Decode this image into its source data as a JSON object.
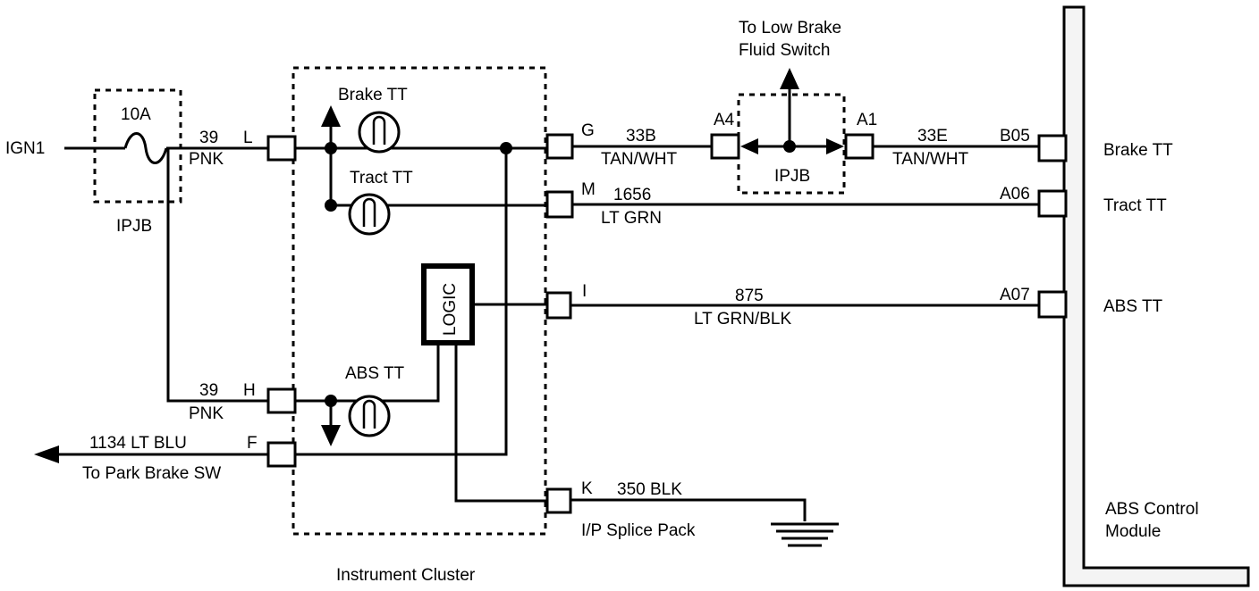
{
  "power": {
    "ign": "IGN1",
    "fuse": "10A",
    "fuse_block": "IPJB"
  },
  "wires": {
    "pnk_top": {
      "num": "39",
      "color": "PNK"
    },
    "pnk_bottom": {
      "num": "39",
      "color": "PNK"
    },
    "park_brake": {
      "label": "1134 LT BLU",
      "dest": "To Park Brake SW"
    },
    "brake_33b": {
      "num": "33B",
      "color": "TAN/WHT"
    },
    "brake_33e": {
      "num": "33E",
      "color": "TAN/WHT"
    },
    "tract": {
      "num": "1656",
      "color": "LT GRN"
    },
    "abs": {
      "num": "875",
      "color": "LT GRN/BLK"
    },
    "ground": {
      "label": "350 BLK",
      "splice": "I/P Splice Pack"
    }
  },
  "pins": {
    "L": "L",
    "H": "H",
    "F": "F",
    "G": "G",
    "M": "M",
    "I": "I",
    "K": "K",
    "A4": "A4",
    "A1": "A1",
    "B05": "B05",
    "A06": "A06",
    "A07": "A07"
  },
  "cluster": {
    "title": "Instrument Cluster",
    "lamps": {
      "brake": "Brake TT",
      "tract": "Tract TT",
      "abs": "ABS TT"
    },
    "logic": "LOGIC"
  },
  "ipjb_junction": {
    "label": "IPJB",
    "to_low_brake": [
      "To Low Brake",
      "Fluid Switch"
    ]
  },
  "module": {
    "title": [
      "ABS Control",
      "Module"
    ],
    "inputs": {
      "brake": "Brake TT",
      "tract": "Tract TT",
      "abs": "ABS TT"
    }
  }
}
